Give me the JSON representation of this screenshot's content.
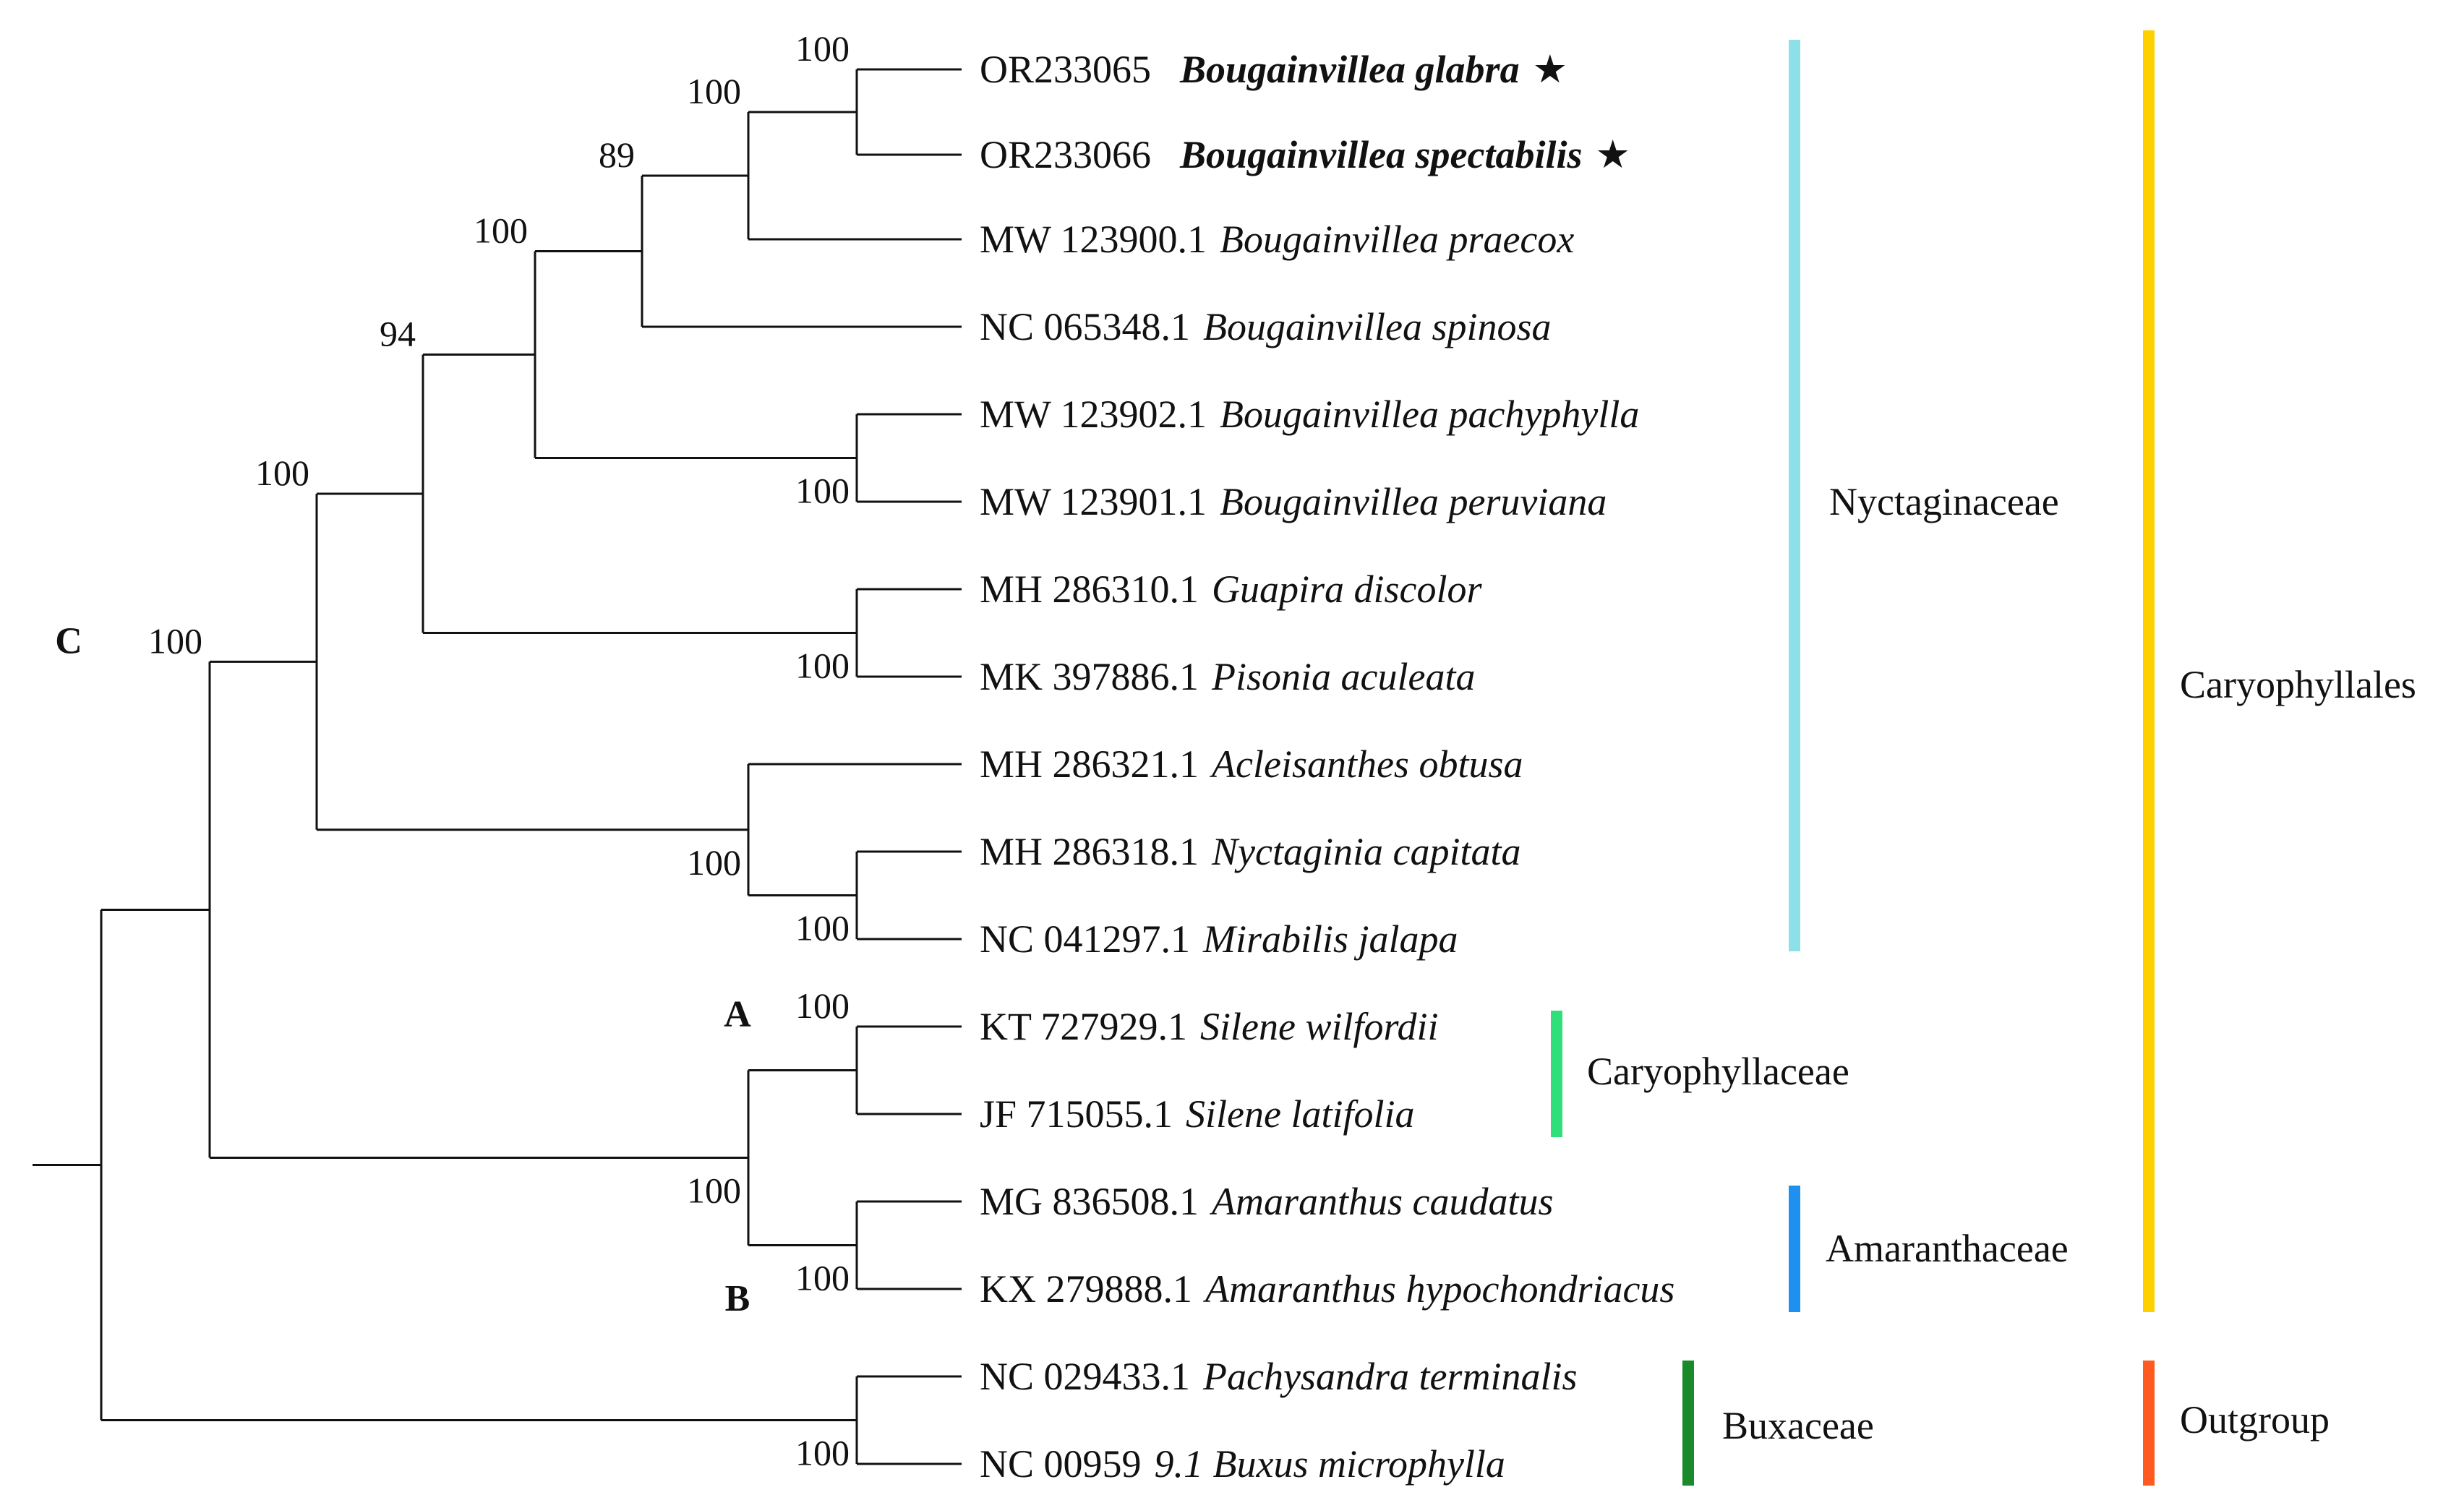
{
  "taxa": [
    {
      "accession": "OR233065",
      "species": "Bougainvillea glabra",
      "highlight": true
    },
    {
      "accession": "OR233066",
      "species": "Bougainvillea spectabilis",
      "highlight": true
    },
    {
      "accession": "MW 123900.1",
      "species": "Bougainvillea praecox",
      "highlight": false
    },
    {
      "accession": "NC 065348.1",
      "species": "Bougainvillea spinosa",
      "highlight": false
    },
    {
      "accession": "MW 123902.1",
      "species": "Bougainvillea pachyphylla",
      "highlight": false
    },
    {
      "accession": "MW 123901.1",
      "species": "Bougainvillea peruviana",
      "highlight": false
    },
    {
      "accession": "MH 286310.1",
      "species": "Guapira discolor",
      "highlight": false
    },
    {
      "accession": "MK 397886.1",
      "species": "Pisonia aculeata",
      "highlight": false
    },
    {
      "accession": "MH 286321.1",
      "species": "Acleisanthes obtusa",
      "highlight": false
    },
    {
      "accession": "MH 286318.1",
      "species": "Nyctaginia capitata",
      "highlight": false
    },
    {
      "accession": "NC 041297.1",
      "species": "Mirabilis jalapa",
      "highlight": false
    },
    {
      "accession": "KT 727929.1",
      "species": "Silene wilfordii",
      "highlight": false
    },
    {
      "accession": "JF 715055.1",
      "species": "Silene latifolia",
      "highlight": false
    },
    {
      "accession": "MG 836508.1",
      "species": "Amaranthus caudatus",
      "highlight": false
    },
    {
      "accession": "KX 279888.1",
      "species": "Amaranthus hypochondriacus",
      "highlight": false
    },
    {
      "accession": "NC 029433.1",
      "species": "Pachysandra terminalis",
      "highlight": false
    },
    {
      "accession": "NC 00959",
      "species": "9.1 Buxus microphylla",
      "highlight": false
    }
  ],
  "highlight_symbol": "★",
  "nodes": {
    "n_root": {
      "support": "",
      "letter": ""
    },
    "n_ingroup": {
      "support": "100",
      "letter": "C"
    },
    "n_nyct": {
      "support": "100",
      "letter": ""
    },
    "n_94": {
      "support": "94",
      "letter": ""
    },
    "n_bgp": {
      "support": "100",
      "letter": ""
    },
    "n_boug": {
      "support": "100",
      "letter": ""
    },
    "n_89": {
      "support": "89",
      "letter": ""
    },
    "n_100a": {
      "support": "100",
      "letter": ""
    },
    "n_glsp": {
      "support": "100",
      "letter": ""
    },
    "n_papv": {
      "support": "100",
      "letter": ""
    },
    "n_gupi": {
      "support": "100",
      "letter": ""
    },
    "n_anm": {
      "support": "100",
      "letter": ""
    },
    "n_nymi": {
      "support": "100",
      "letter": ""
    },
    "n_caam": {
      "support": "100",
      "letter": ""
    },
    "n_sil": {
      "support": "100",
      "letter": "A"
    },
    "n_ama": {
      "support": "100",
      "letter": "B"
    },
    "n_bux": {
      "support": "100",
      "letter": ""
    }
  },
  "groups": [
    {
      "name": "Nyctaginaceae",
      "color": "#8ee0e8"
    },
    {
      "name": "Caryophyllaceae",
      "color": "#2fe07a"
    },
    {
      "name": "Amaranthaceae",
      "color": "#1e90f0"
    },
    {
      "name": "Buxaceae",
      "color": "#1b8a2a"
    },
    {
      "name": "Caryophyllales",
      "color": "#ffd000"
    },
    {
      "name": "Outgroup",
      "color": "#ff5a1f"
    }
  ]
}
